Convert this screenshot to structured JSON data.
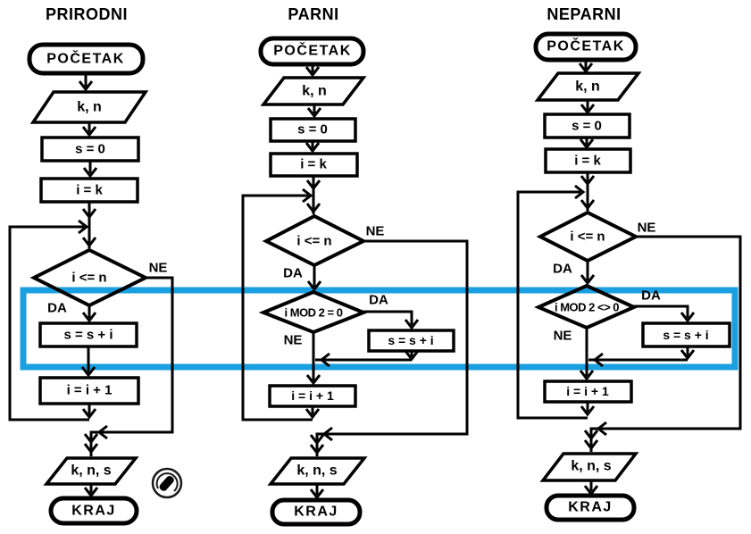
{
  "colors": {
    "ink": "#000000",
    "highlight": "#1a9fe0",
    "background": "#ffffff"
  },
  "branch_labels": {
    "yes": "DA",
    "no": "NE"
  },
  "icons": {
    "watermark": "stamp-icon"
  },
  "flows": [
    {
      "title": "PRIRODNI",
      "start": "POČETAK",
      "input": "k, n",
      "init_sum": "s = 0",
      "init_counter": "i = k",
      "loop_condition": "i <= n",
      "sum_step": "s = s + i",
      "increment_step": "i = i + 1",
      "output": "k, n, s",
      "end": "KRAJ"
    },
    {
      "title": "PARNI",
      "start": "POČETAK",
      "input": "k, n",
      "init_sum": "s = 0",
      "init_counter": "i = k",
      "loop_condition": "i <= n",
      "mod_condition": "i MOD 2 = 0",
      "sum_step": "s = s + i",
      "increment_step": "i = i + 1",
      "output": "k, n, s",
      "end": "KRAJ"
    },
    {
      "title": "NEPARNI",
      "start": "POČETAK",
      "input": "k, n",
      "init_sum": "s = 0",
      "init_counter": "i = k",
      "loop_condition": "i <= n",
      "mod_condition": "i MOD 2 <> 0",
      "sum_step": "s = s + i",
      "increment_step": "i = i + 1",
      "output": "k, n, s",
      "end": "KRAJ"
    }
  ]
}
